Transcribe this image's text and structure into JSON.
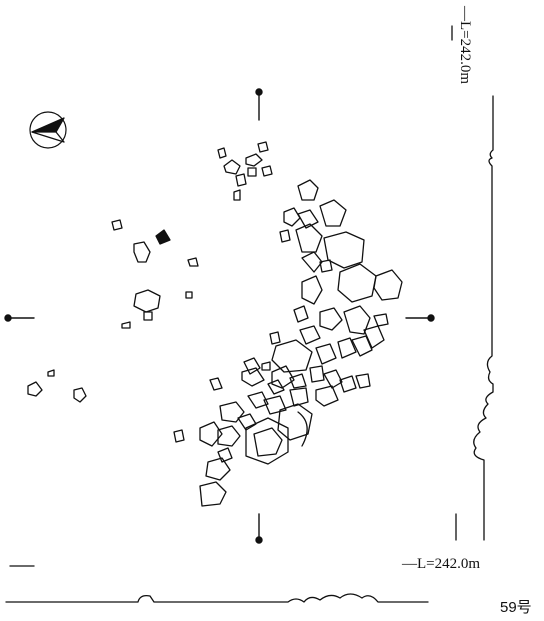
{
  "figure": {
    "level_label_vertical": "—L=242.0m",
    "level_label_horizontal": "—L=242.0m",
    "feature_number": "59号"
  },
  "north_arrow": {
    "icon": "north-arrow-icon"
  },
  "colors": {
    "ink": "#111111",
    "paper": "#ffffff"
  }
}
